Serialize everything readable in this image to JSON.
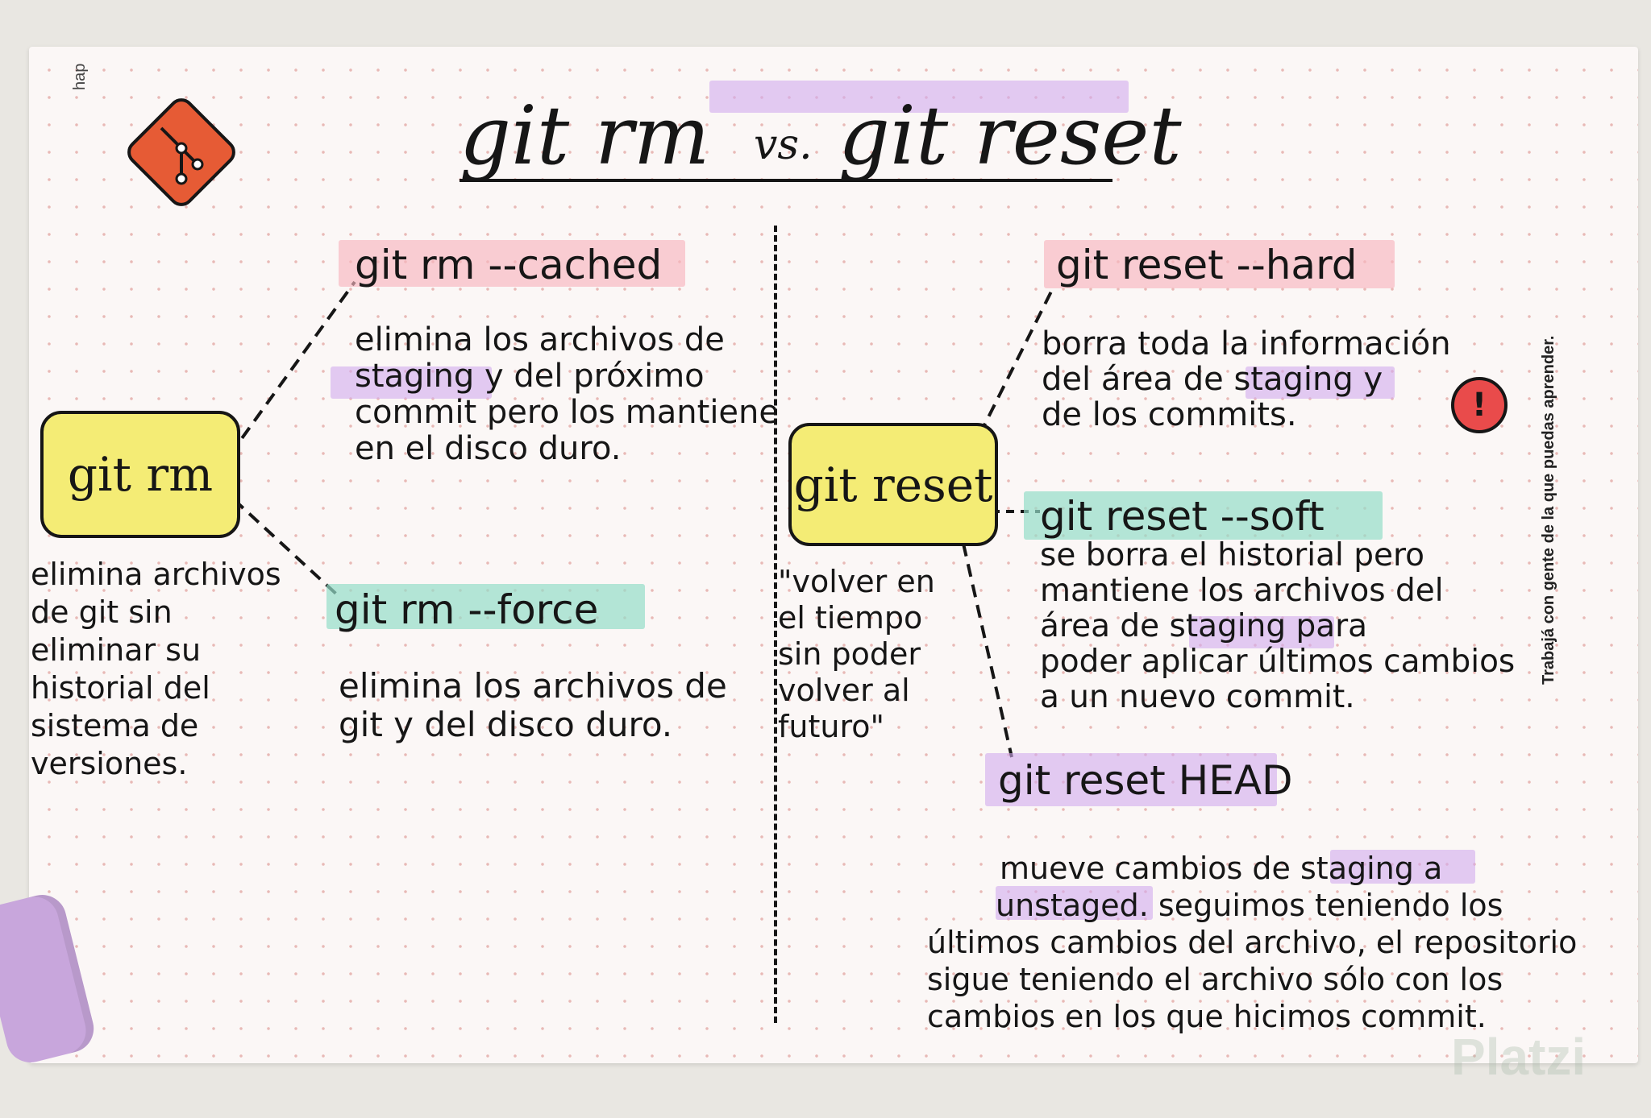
{
  "title": {
    "left": "git rm",
    "vs": "vs.",
    "right": "git reset"
  },
  "side_text": "Trabajá con gente de la que puedas aprender.",
  "edge_text": "hap",
  "logo": {
    "icon": "git-logo-icon",
    "color": "#e65b35"
  },
  "left": {
    "box_label": "git rm",
    "box_desc": [
      "elimina archivos",
      "de git sin",
      "eliminar su",
      "historial del",
      "sistema de",
      "versiones."
    ],
    "cached": {
      "cmd": "git rm --cached",
      "desc": [
        "elimina los archivos de",
        "staging y del próximo",
        "commit pero los mantiene",
        "en el disco duro."
      ]
    },
    "force": {
      "cmd": "git rm --force",
      "desc": [
        "elimina los archivos de",
        "git y del disco duro."
      ]
    }
  },
  "right": {
    "box_label": "git reset",
    "box_desc": [
      "\"volver en",
      "el tiempo",
      "sin poder",
      "volver al",
      "futuro\""
    ],
    "hard": {
      "cmd": "git reset --hard",
      "desc": [
        "borra toda la información",
        "del área de staging y",
        "de los commits."
      ],
      "alert": "!"
    },
    "soft": {
      "cmd": "git reset --soft",
      "desc": [
        "se borra el historial pero",
        "mantiene los archivos del",
        "área de staging para",
        "poder aplicar últimos cambios",
        "a un nuevo commit."
      ]
    },
    "head": {
      "cmd": "git reset HEAD",
      "desc": [
        "mueve cambios de staging a",
        "unstaged. seguimos teniendo los",
        "últimos cambios del archivo, el repositorio",
        "sigue teniendo el archivo sólo con los",
        "cambios en los que hicimos commit."
      ]
    }
  },
  "watermark": "Platzi",
  "colors": {
    "pink": "#f7b6be",
    "teal": "#94ddc9",
    "purple": "#d2aaee",
    "yellow": "#f4ec75",
    "alert": "#e94b4b"
  }
}
